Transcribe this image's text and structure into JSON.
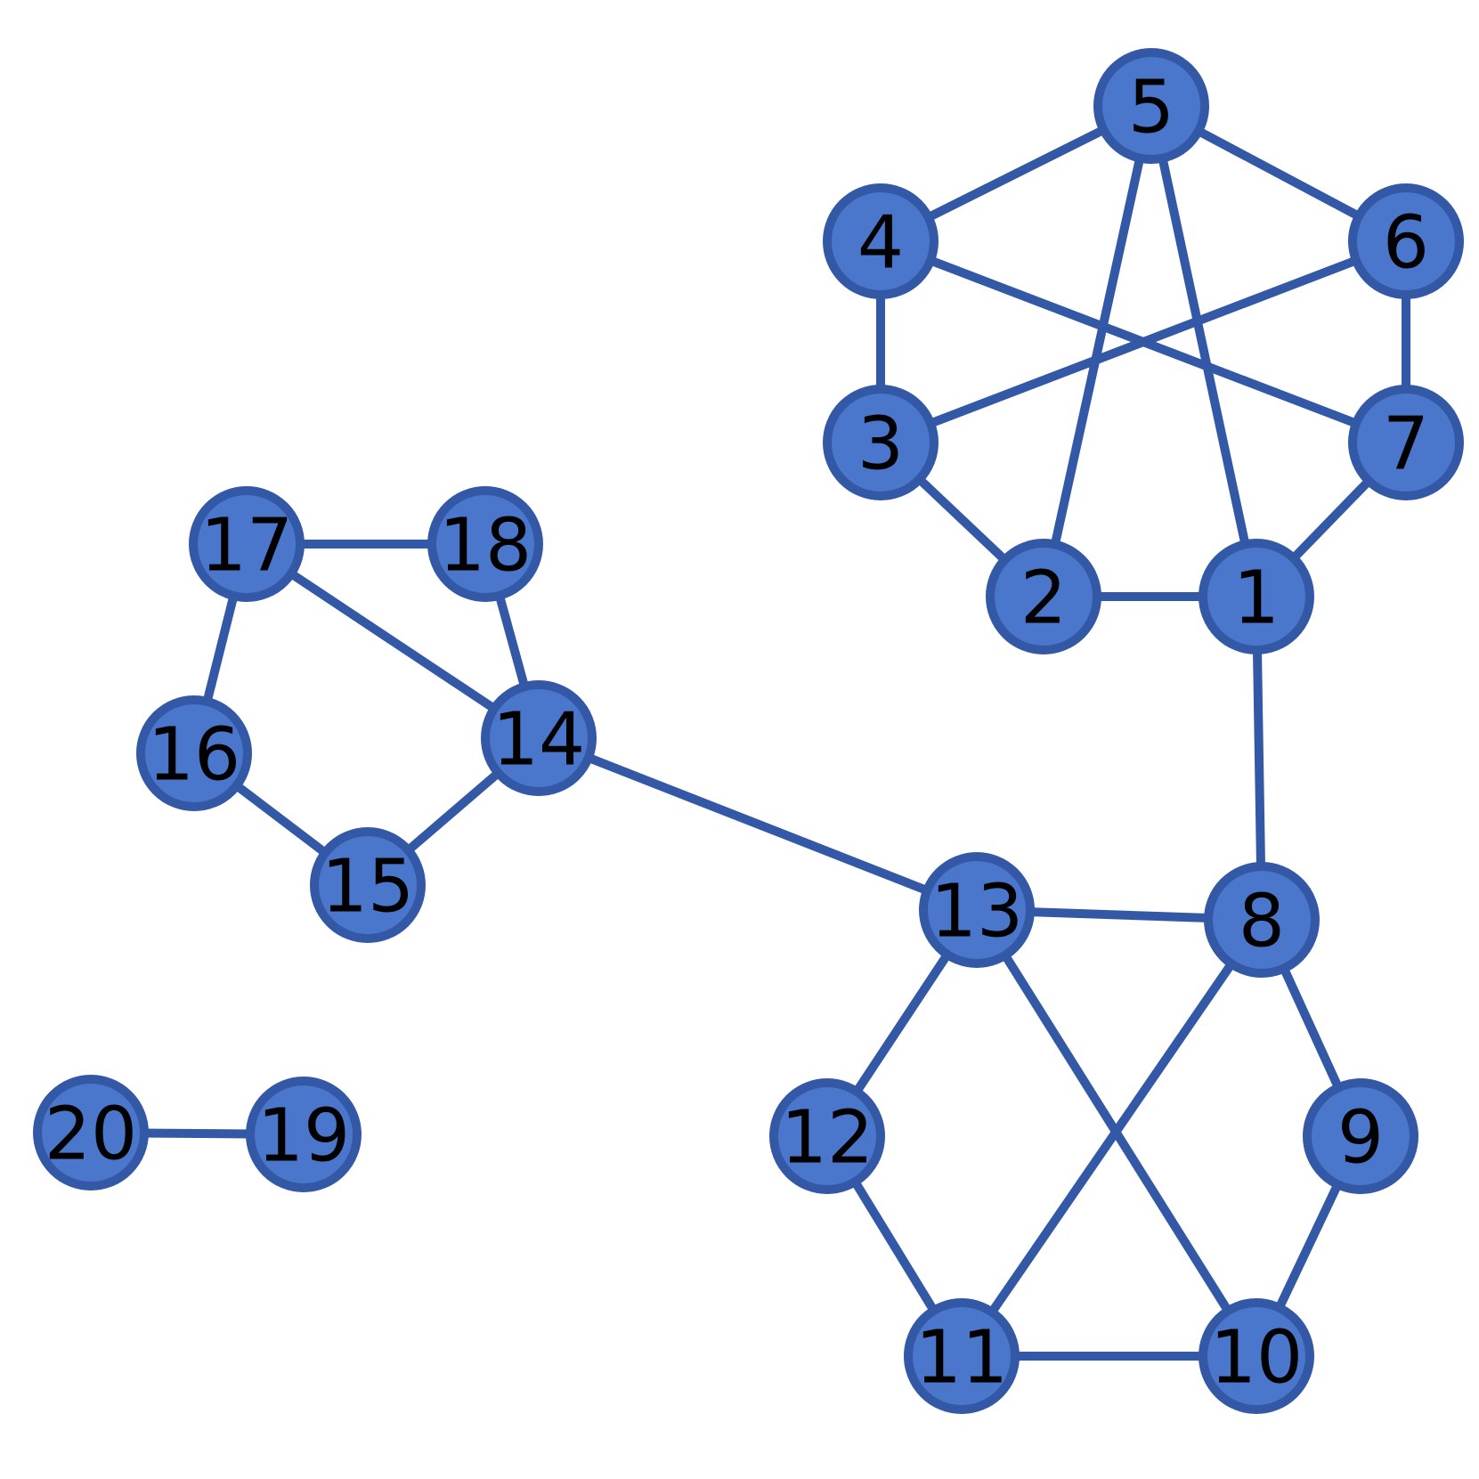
{
  "graph": {
    "node_color": "#4a76cc",
    "edge_color": "#3358a6",
    "label_color": "#000000",
    "nodes": [
      {
        "id": "1",
        "label": "1"
      },
      {
        "id": "2",
        "label": "2"
      },
      {
        "id": "3",
        "label": "3"
      },
      {
        "id": "4",
        "label": "4"
      },
      {
        "id": "5",
        "label": "5"
      },
      {
        "id": "6",
        "label": "6"
      },
      {
        "id": "7",
        "label": "7"
      },
      {
        "id": "8",
        "label": "8"
      },
      {
        "id": "9",
        "label": "9"
      },
      {
        "id": "10",
        "label": "10"
      },
      {
        "id": "11",
        "label": "11"
      },
      {
        "id": "12",
        "label": "12"
      },
      {
        "id": "13",
        "label": "13"
      },
      {
        "id": "14",
        "label": "14"
      },
      {
        "id": "15",
        "label": "15"
      },
      {
        "id": "16",
        "label": "16"
      },
      {
        "id": "17",
        "label": "17"
      },
      {
        "id": "18",
        "label": "18"
      },
      {
        "id": "19",
        "label": "19"
      },
      {
        "id": "20",
        "label": "20"
      }
    ],
    "edges": [
      [
        "1",
        "2"
      ],
      [
        "1",
        "5"
      ],
      [
        "1",
        "7"
      ],
      [
        "1",
        "8"
      ],
      [
        "2",
        "3"
      ],
      [
        "2",
        "5"
      ],
      [
        "3",
        "4"
      ],
      [
        "3",
        "6"
      ],
      [
        "4",
        "5"
      ],
      [
        "4",
        "7"
      ],
      [
        "5",
        "6"
      ],
      [
        "6",
        "7"
      ],
      [
        "8",
        "9"
      ],
      [
        "8",
        "11"
      ],
      [
        "8",
        "13"
      ],
      [
        "9",
        "10"
      ],
      [
        "10",
        "11"
      ],
      [
        "10",
        "13"
      ],
      [
        "11",
        "12"
      ],
      [
        "12",
        "13"
      ],
      [
        "13",
        "14"
      ],
      [
        "14",
        "15"
      ],
      [
        "14",
        "17"
      ],
      [
        "14",
        "18"
      ],
      [
        "15",
        "16"
      ],
      [
        "16",
        "17"
      ],
      [
        "17",
        "18"
      ],
      [
        "19",
        "20"
      ]
    ]
  }
}
